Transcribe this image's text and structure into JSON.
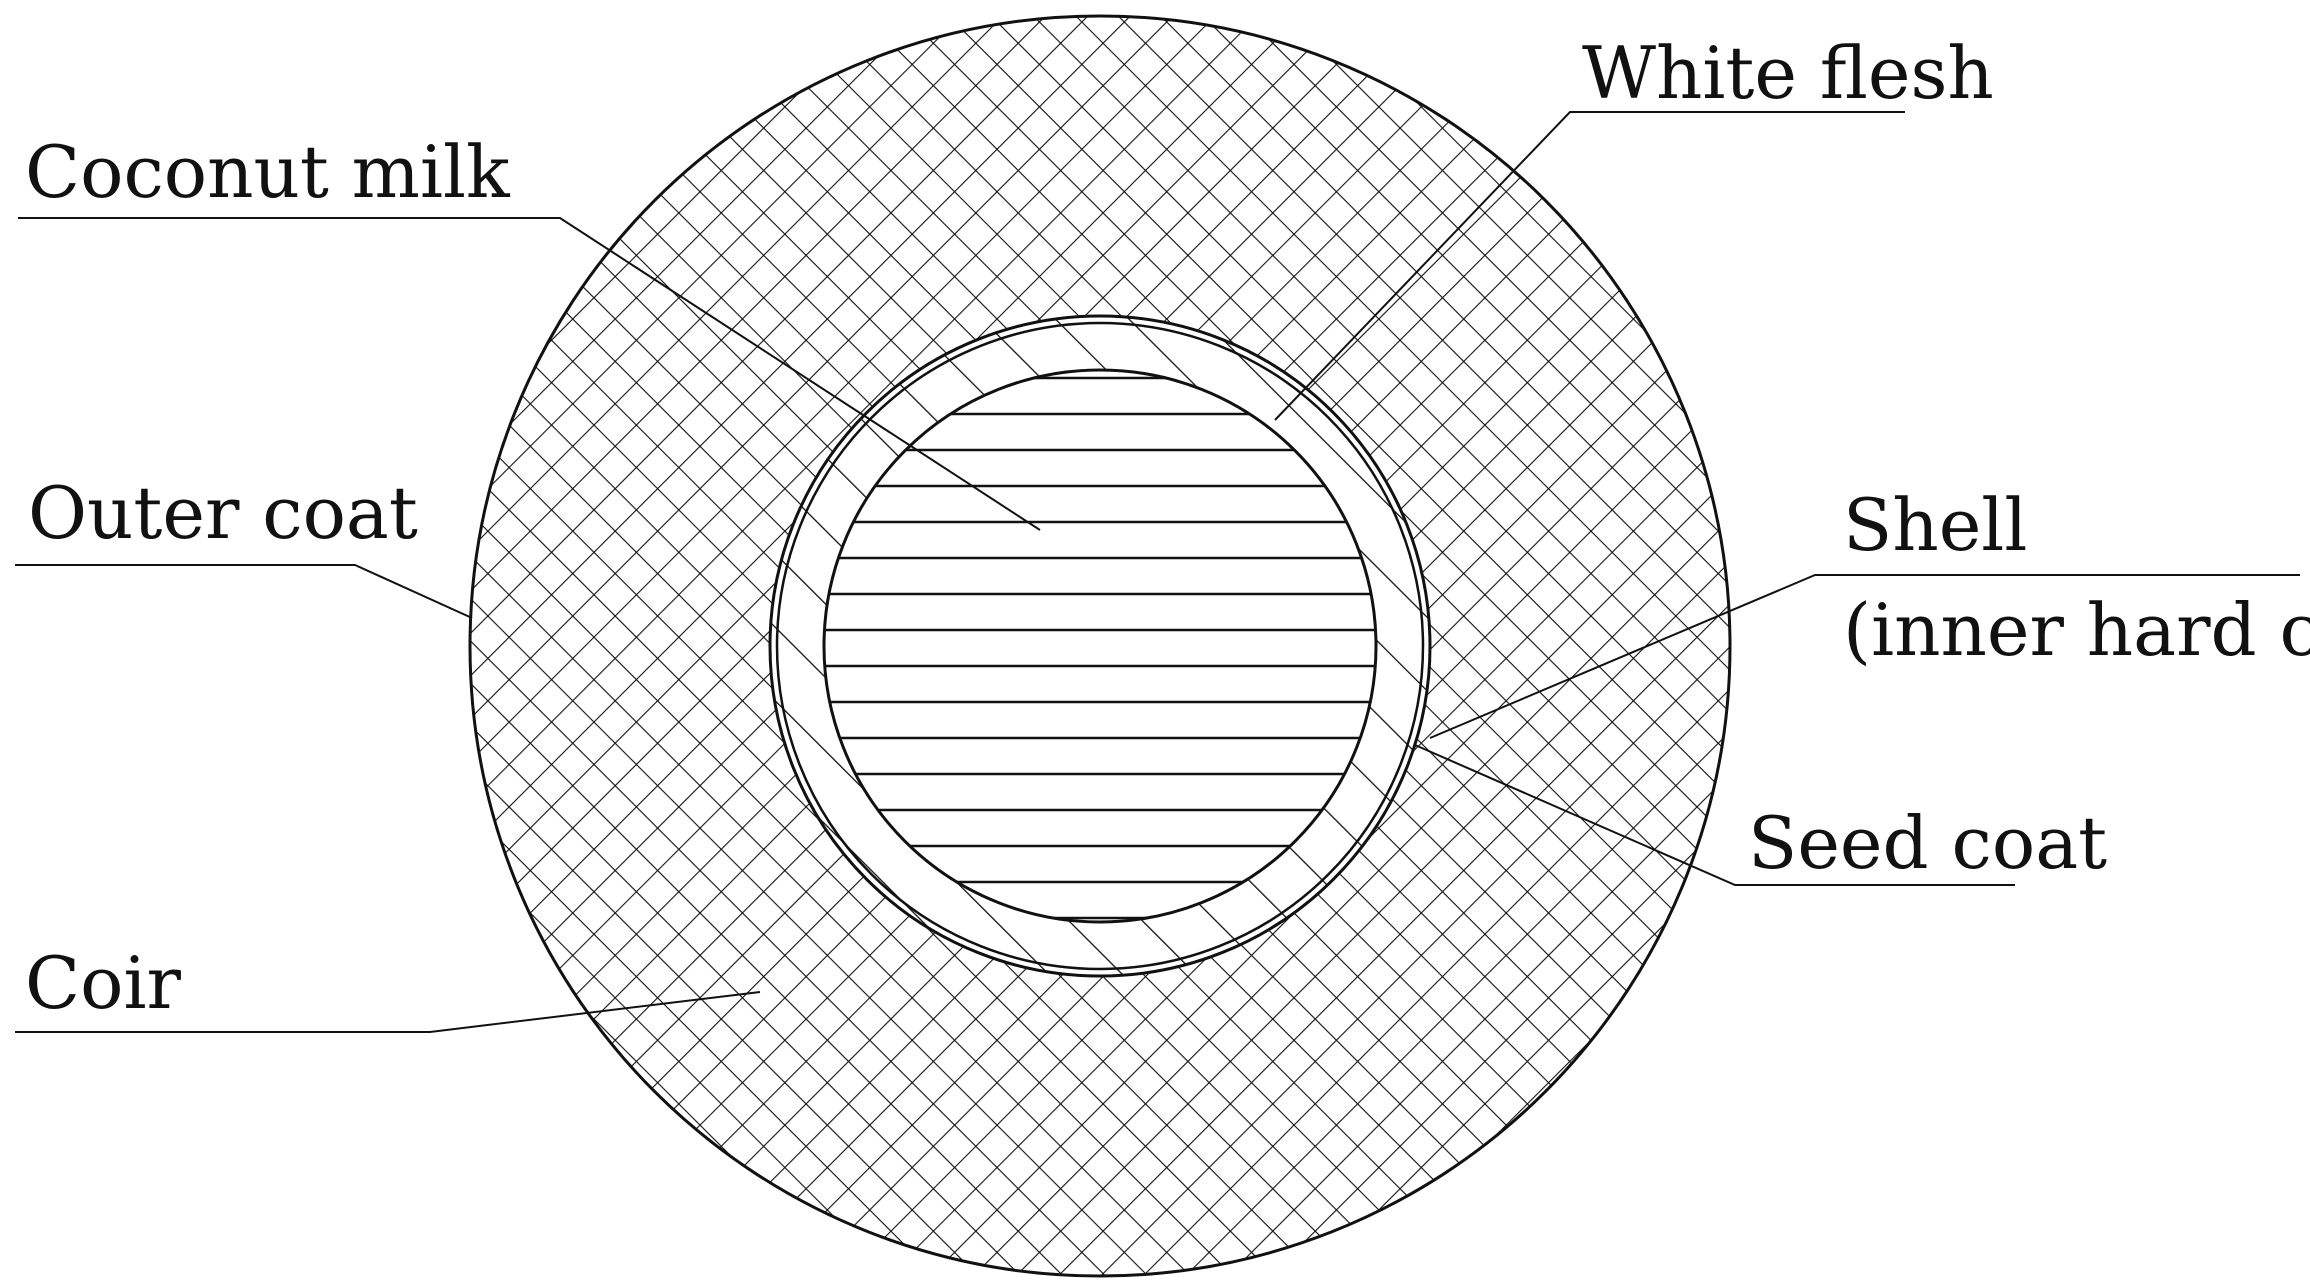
{
  "labels": {
    "coconut_milk": "Coconut milk",
    "white_flesh": "White flesh",
    "outer_coat": "Outer coat",
    "shell_line1": "Shell",
    "shell_line2": "(inner hard coat)",
    "seed_coat": "Seed coat",
    "coir": "Coir"
  },
  "colors": {
    "stroke": "#111111",
    "background": "#ffffff"
  },
  "hatching": {
    "coir": "cross-hatch",
    "shell": "diagonal",
    "coconut_milk": "horizontal"
  }
}
